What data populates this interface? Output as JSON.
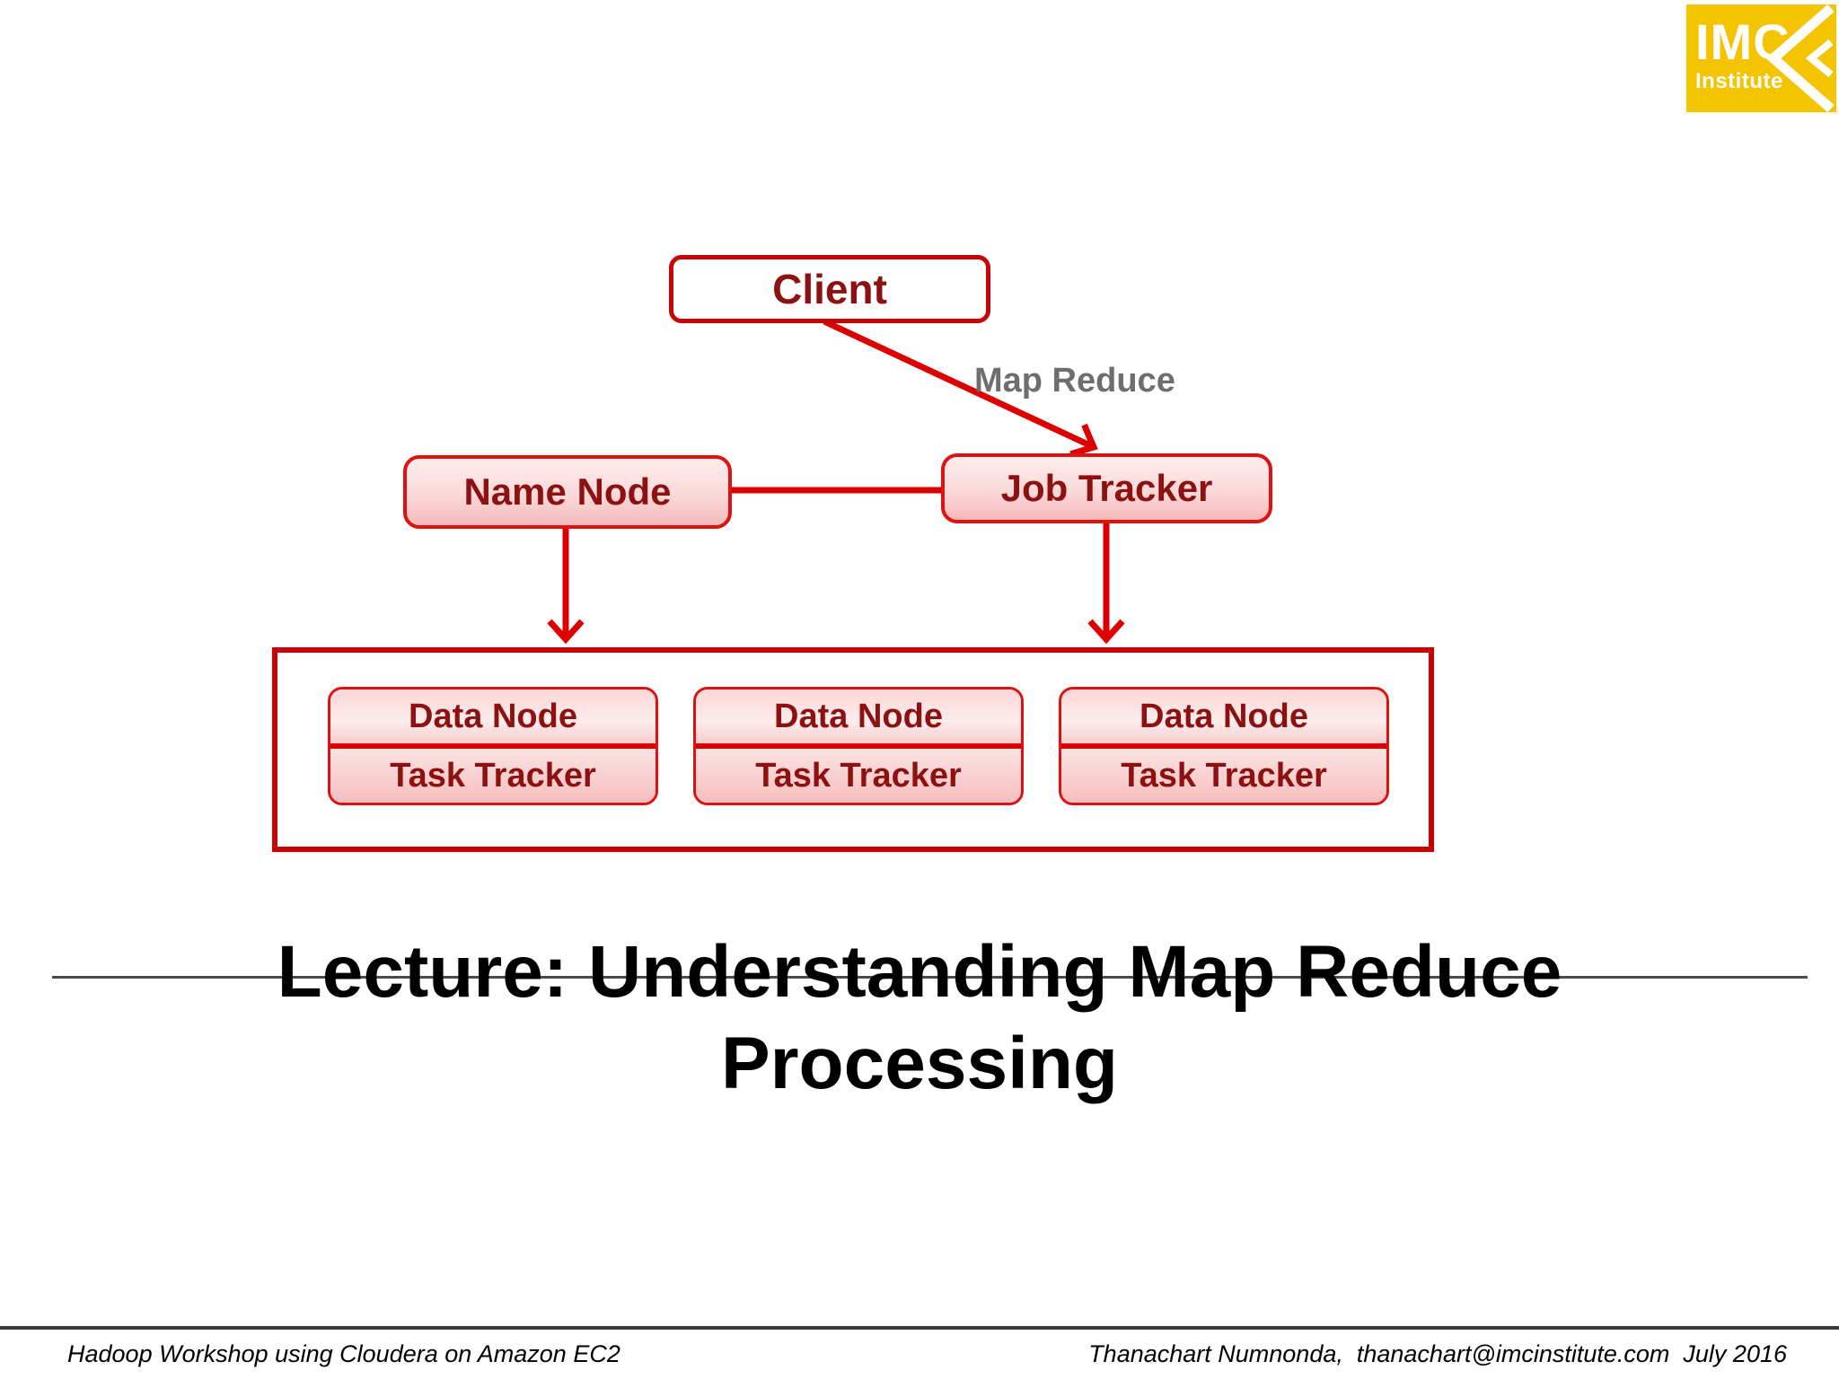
{
  "colors": {
    "arrow_red": "#DD0000",
    "box_border_red": "#CC0000",
    "pink_border_red": "#E01111",
    "dark_red_text": "#8E1111",
    "pink_fill_light": "#FDEDED",
    "pink_fill_deep": "#F5B9B9",
    "gray_label": "#6E6E6E",
    "logo_yellow": "#F5C400",
    "title_black": "#000000"
  },
  "logo": {
    "name": "IMC",
    "subtitle": "Institute"
  },
  "diagram": {
    "client": "Client",
    "map_reduce": "Map Reduce",
    "name_node": "Name Node",
    "job_tracker": "Job Tracker",
    "data_nodes": [
      {
        "top": "Data Node",
        "bottom": "Task Tracker"
      },
      {
        "top": "Data Node",
        "bottom": "Task Tracker"
      },
      {
        "top": "Data Node",
        "bottom": "Task Tracker"
      }
    ]
  },
  "title": {
    "line1": "Lecture: Understanding Map Reduce",
    "line2": "Processing"
  },
  "footer": {
    "left": "Hadoop Workshop using Cloudera on Amazon EC2",
    "right": "Thanachart Numnonda,  thanachart@imcinstitute.com  July 2016"
  }
}
